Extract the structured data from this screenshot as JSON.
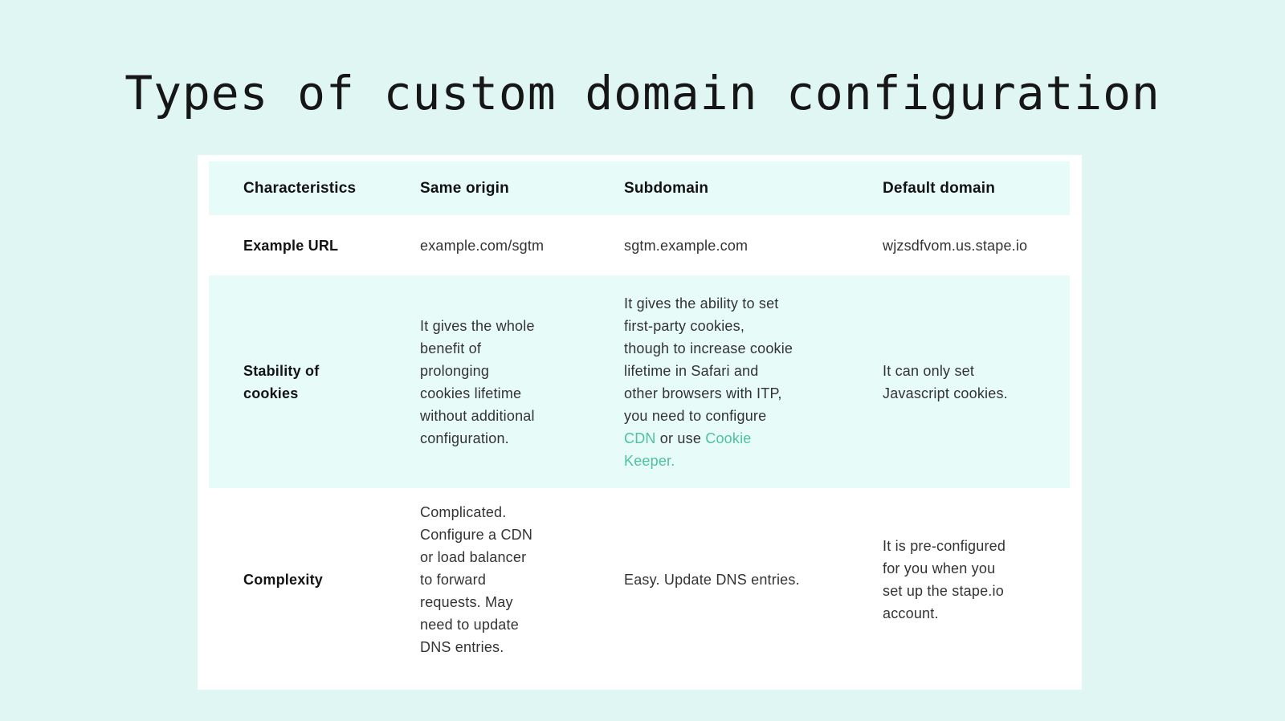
{
  "title": "Types of custom domain configuration",
  "table": {
    "headers": [
      "Characteristics",
      "Same origin",
      "Subdomain",
      "Default domain"
    ],
    "rows": {
      "example_url": {
        "label": "Example URL",
        "same_origin": "example.com/sgtm",
        "subdomain": "sgtm.example.com",
        "default_domain": "wjzsdfvom.us.stape.io"
      },
      "stability": {
        "label": "Stability of\ncookies",
        "same_origin": "It gives the whole\nbenefit of\nprolonging\ncookies lifetime\nwithout additional\nconfiguration.",
        "subdomain_pre": "It gives the ability to set\nfirst-party cookies,\nthough to increase cookie\nlifetime in Safari and\nother browsers with ITP,\nyou need to configure\n",
        "subdomain_link_cdn": "CDN",
        "subdomain_mid": " or use ",
        "subdomain_link_cookie_keeper": "Cookie\nKeeper.",
        "default_domain": "It can only set\nJavascript cookies."
      },
      "complexity": {
        "label": "Complexity",
        "same_origin": "Complicated.\nConfigure a CDN\nor load balancer\nto forward\nrequests. May\nneed to update\nDNS entries.",
        "subdomain": "Easy. Update DNS entries.",
        "default_domain": "It is pre-configured\nfor you when you\nset up the stape.io\naccount."
      }
    }
  },
  "colors": {
    "page_background": "#dff6f2",
    "card_background": "#ffffff",
    "band_background": "#e7fbf9",
    "link_green": "#4ec29e",
    "body_text": "#333333",
    "heading_text": "#121212"
  }
}
